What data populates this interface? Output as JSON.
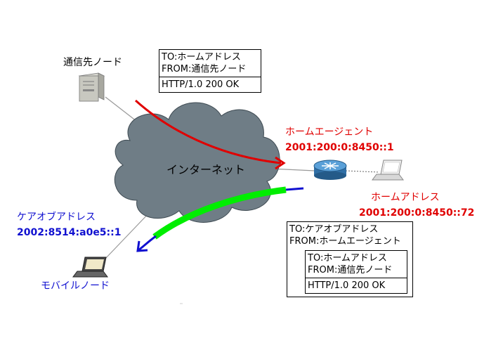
{
  "nodes": {
    "correspondent": "通信先ノード",
    "mobile": "モバイルノード",
    "internet": "インターネット",
    "home_agent": "ホームエージェント",
    "home_agent_addr": "2001:200:0:8450::1",
    "home_addr_label": "ホームアドレス",
    "home_addr": "2001:200:0:8450::72",
    "coa_label": "ケアオブアドレス",
    "coa_addr": "2002:8514:a0e5::1"
  },
  "packet_top": {
    "to": "TO:ホームアドレス",
    "from": "FROM:通信先ノード",
    "payload": "HTTP/1.0 200 OK"
  },
  "packet_outer": {
    "to": "TO:ケアオブアドレス",
    "from": "FROM:ホームエージェント",
    "inner": {
      "to": "TO:ホームアドレス",
      "from": "FROM:通信先ノード",
      "payload": "HTTP/1.0 200 OK"
    }
  },
  "colors": {
    "red": "#e00000",
    "blue": "#1010d0",
    "green": "#00ee00",
    "cloud": "#6f7d86"
  }
}
